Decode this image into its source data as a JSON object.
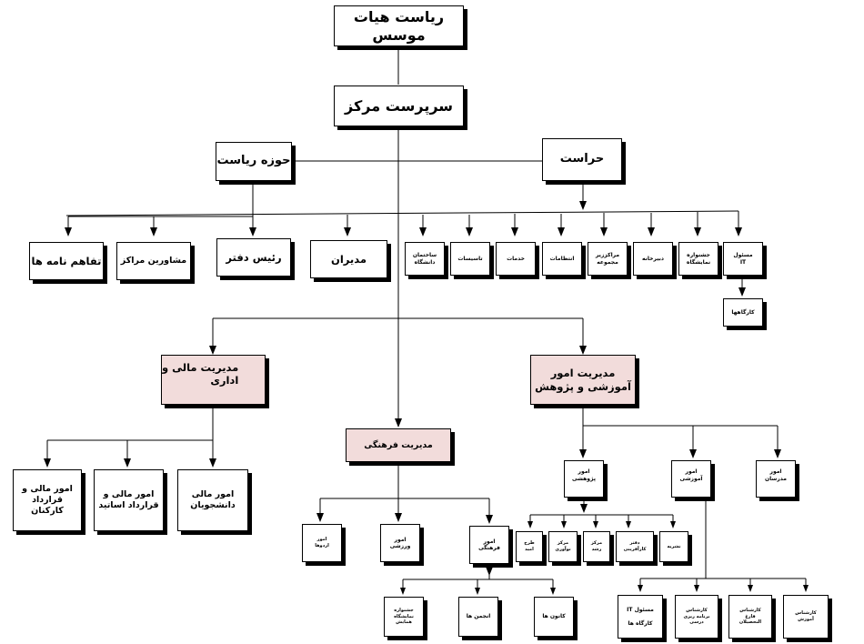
{
  "root": "ریاست هیات موسس",
  "supervisor": "سرپرست مرکز",
  "presidency": "حوزه ریاست",
  "security": "حراست",
  "presidency_units": {
    "mou": "تفاهم نامه ها",
    "advisors": "مشاورین مراکز",
    "office_head": "رئیس دفتر",
    "managers": "مدیران"
  },
  "security_units": {
    "university_buildings": "ساختمان\nدانشگاه",
    "facilities": "تاسیسات",
    "services": "خدمات",
    "supplies": "انتظامات",
    "subcenters": "مراکززیر\nمجموعه",
    "secretariat": "دبیرخانه",
    "festival": "جشنواره\nنمایشگاه",
    "it": "مسئول\nIT",
    "workshops": "کارگاهها"
  },
  "finance": {
    "title": "مدیریت  مالی و\nاداری",
    "staff_contracts": "امور مالی و\nقرارداد\nکارکنان",
    "professor_contracts": "امور مالی و\nقرارداد اساتید",
    "students": "امور مالی\nدانشجویان"
  },
  "cultural": {
    "title": "مدیریت فرهنگی",
    "camps": "امور\nاردوها",
    "sports": "امور\nورزشی",
    "cultural_affairs": "امور\nفرهنگی",
    "festival_conference": "جشنواره\nنمایشگاه\nهمایش",
    "associations": "انجمن ها",
    "centers": "کانون ها"
  },
  "education": {
    "title": "مدیریت امور\nآموزشی و پژوهش",
    "research": "امور\nپژوهشی",
    "educational": "امور\nآموزشی",
    "schools": "امور\nمدرسان",
    "hope_plan": "طرح\nامید",
    "innovation": "مرکز\nنوآوری",
    "growth": "مرکز\nرشد",
    "entrepreneurship": "دفتر\nکارآفرینی",
    "publication": "نشریه",
    "it_workshops": "مسئول IT\n\nکارگاه ها",
    "planning_expert": "کارشناس\nبرنامه ریزی\nدرسی",
    "graduates_expert": "کارشناس\nفارغ\nالتحصیلان",
    "training_expert": "کارشناس\nآموزش"
  }
}
